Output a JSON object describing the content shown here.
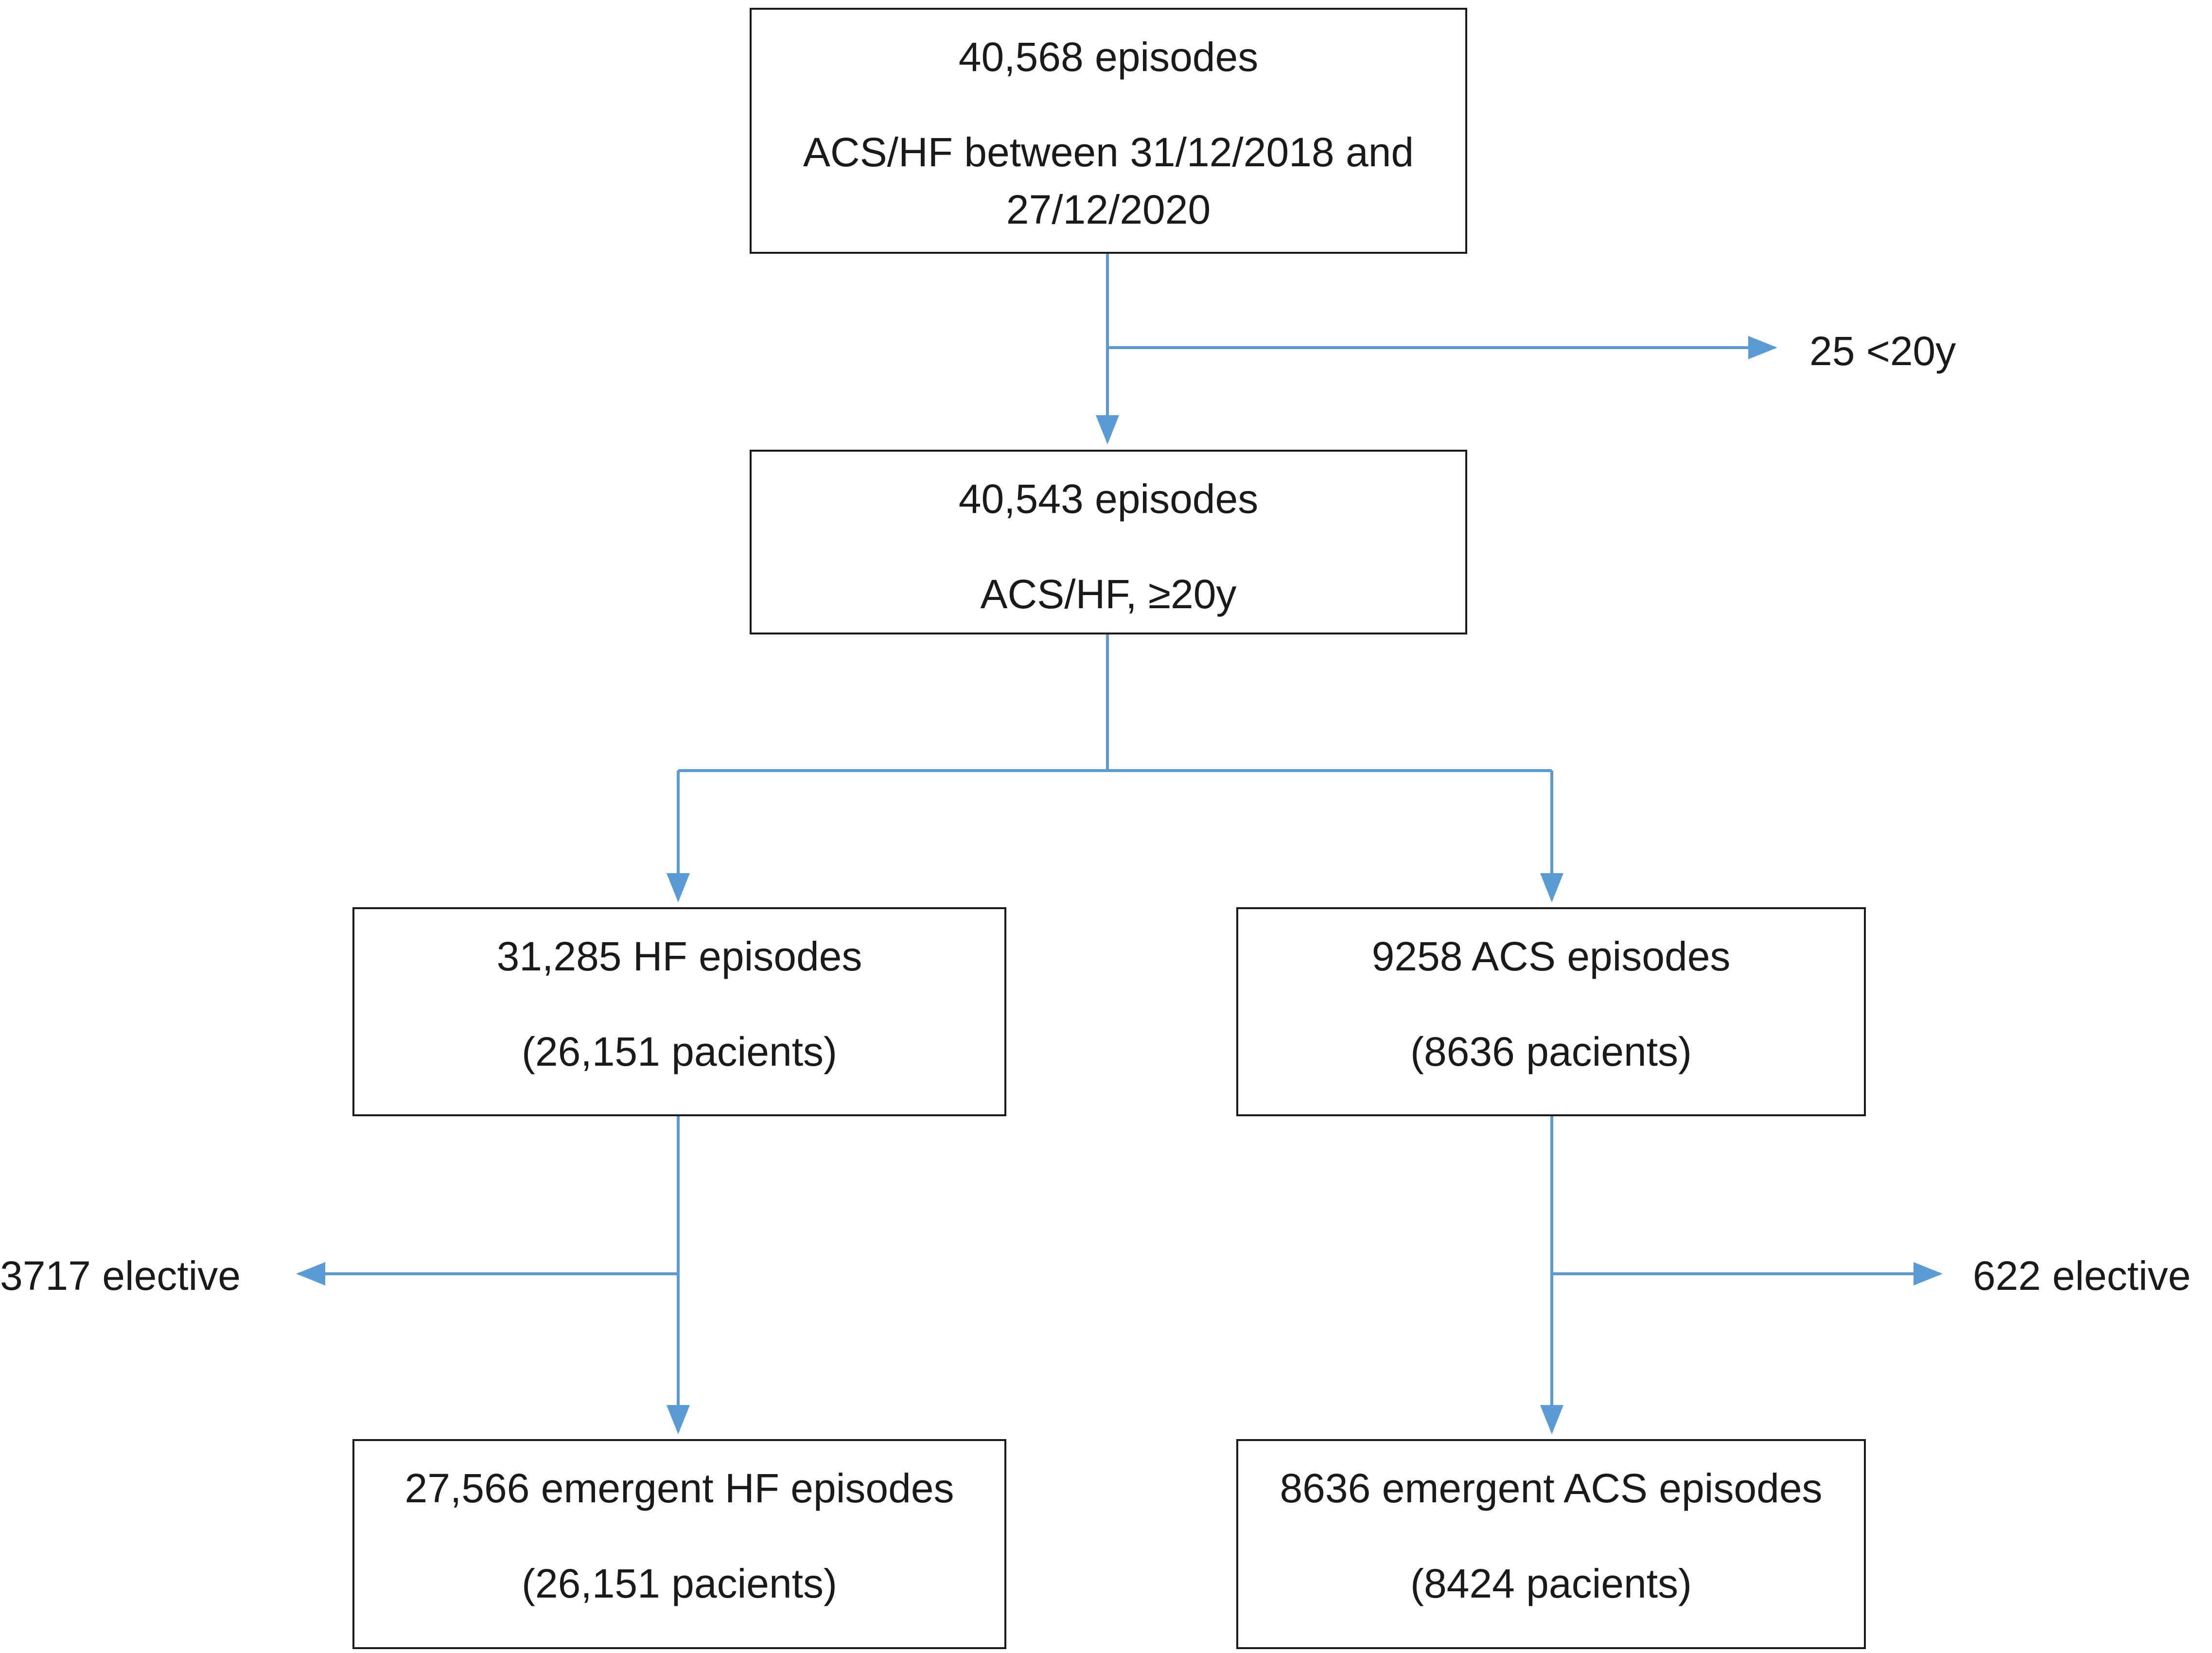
{
  "nodes": {
    "start": {
      "line1": "40,568  episodes",
      "line2": "ACS/HF between 31/12/2018 and",
      "line3": "27/12/2020"
    },
    "adult": {
      "line1": "40,543  episodes",
      "line2": "ACS/HF, ≥20y"
    },
    "hf": {
      "line1": "31,285  HF episodes",
      "line2": "(26,151  pacients)"
    },
    "acs": {
      "line1": "9258  ACS episodes",
      "line2": "(8636  pacients)"
    },
    "hf_emergent": {
      "line1": "27,566  emergent HF episodes",
      "line2": "(26,151  pacients)"
    },
    "acs_emergent": {
      "line1": "8636  emergent ACS episodes",
      "line2": "(8424  pacients)"
    }
  },
  "exclusions": {
    "under20": "25 <20y",
    "hf_elective": "3717  elective",
    "acs_elective": "622  elective"
  },
  "colors": {
    "arrow": "#5b9bd5",
    "border": "#1a1a1a"
  }
}
